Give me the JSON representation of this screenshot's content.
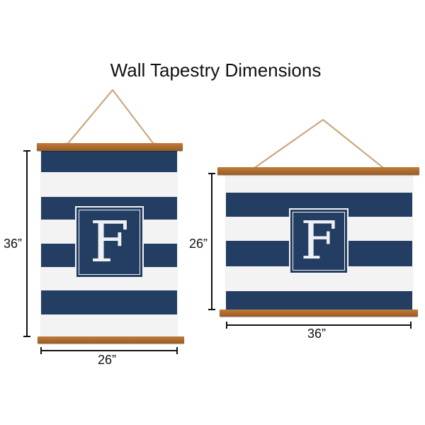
{
  "title": "Wall Tapestry Dimensions",
  "colors": {
    "navy": "#243e63",
    "white": "#f3f3f3",
    "wood": "#b06c2e",
    "rope": "#c9a97e"
  },
  "tapestries": [
    {
      "orientation": "portrait",
      "monogram": "F",
      "height_label": "36”",
      "width_label": "26”"
    },
    {
      "orientation": "landscape",
      "monogram": "F",
      "height_label": "26”",
      "width_label": "36”"
    }
  ]
}
